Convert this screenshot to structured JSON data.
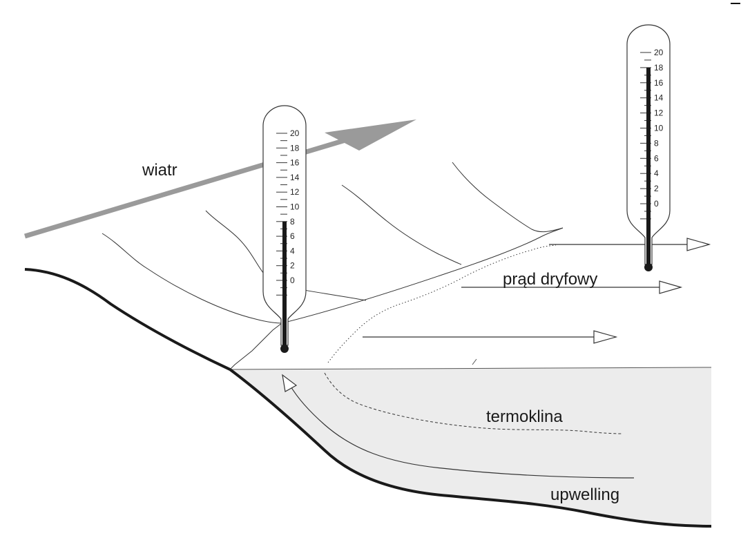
{
  "labels": {
    "wind": "wiatr",
    "drift_current": "prąd dryfowy",
    "thermocline": "termoklina",
    "upwelling": "upwelling"
  },
  "thermometer_left": {
    "scale": [
      "20",
      "18",
      "16",
      "14",
      "12",
      "10",
      "8",
      "6",
      "4",
      "2",
      "0"
    ],
    "reading": 8
  },
  "thermometer_right": {
    "scale": [
      "20",
      "18",
      "16",
      "14",
      "12",
      "10",
      "8",
      "6",
      "4",
      "2",
      "0"
    ],
    "reading": 18
  },
  "colors": {
    "line": "#1a1a1a",
    "wind_arrow": "#9a9a9a",
    "deep_water": "#ececec",
    "thermometer_fill": "#1a1a1a"
  }
}
